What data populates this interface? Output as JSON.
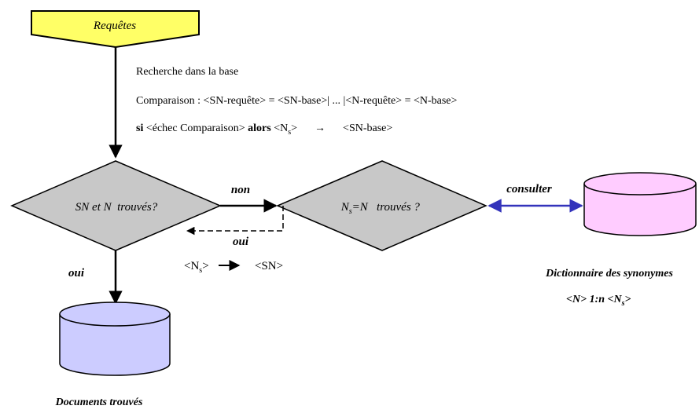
{
  "requetes": {
    "label": "Requêtes"
  },
  "steps": {
    "line1": "Recherche dans la base",
    "line2": "Comparaison : <SN-requête> = <SN-base>| ... |<N-requête> = <N-base>",
    "line3": {
      "si": "si",
      "condition": " <échec Comparaison> ",
      "alors": "alors",
      "lhs_open": " <N",
      "lhs_sub": "s",
      "lhs_close": ">",
      "arrow": "→",
      "rhs": "<SN-base>"
    }
  },
  "decision1": {
    "label": "SN et N  trouvés?"
  },
  "decision2": {
    "label_main": "N",
    "label_sub": "s",
    "label_rest": "=N   trouvés ?"
  },
  "edges": {
    "non": "non",
    "oui_back": "oui",
    "oui_down": "oui",
    "consulter": "consulter"
  },
  "substitution": {
    "open": "<N",
    "sub": "s",
    "close": ">",
    "arrow": "⟶",
    "rhs": "<SN>"
  },
  "documents": {
    "caption": "Documents trouvés"
  },
  "dictionary": {
    "caption": "Dictionnaire des synonymes",
    "relation_a": "<N> 1:n <N",
    "relation_sub": "s",
    "relation_b": ">"
  },
  "colors": {
    "requetes_fill": "#ffff66",
    "diamond_fill": "#c8c8c8",
    "docs_fill": "#ccccff",
    "dict_fill": "#ffccff",
    "consult_arrow": "#3333bb"
  }
}
